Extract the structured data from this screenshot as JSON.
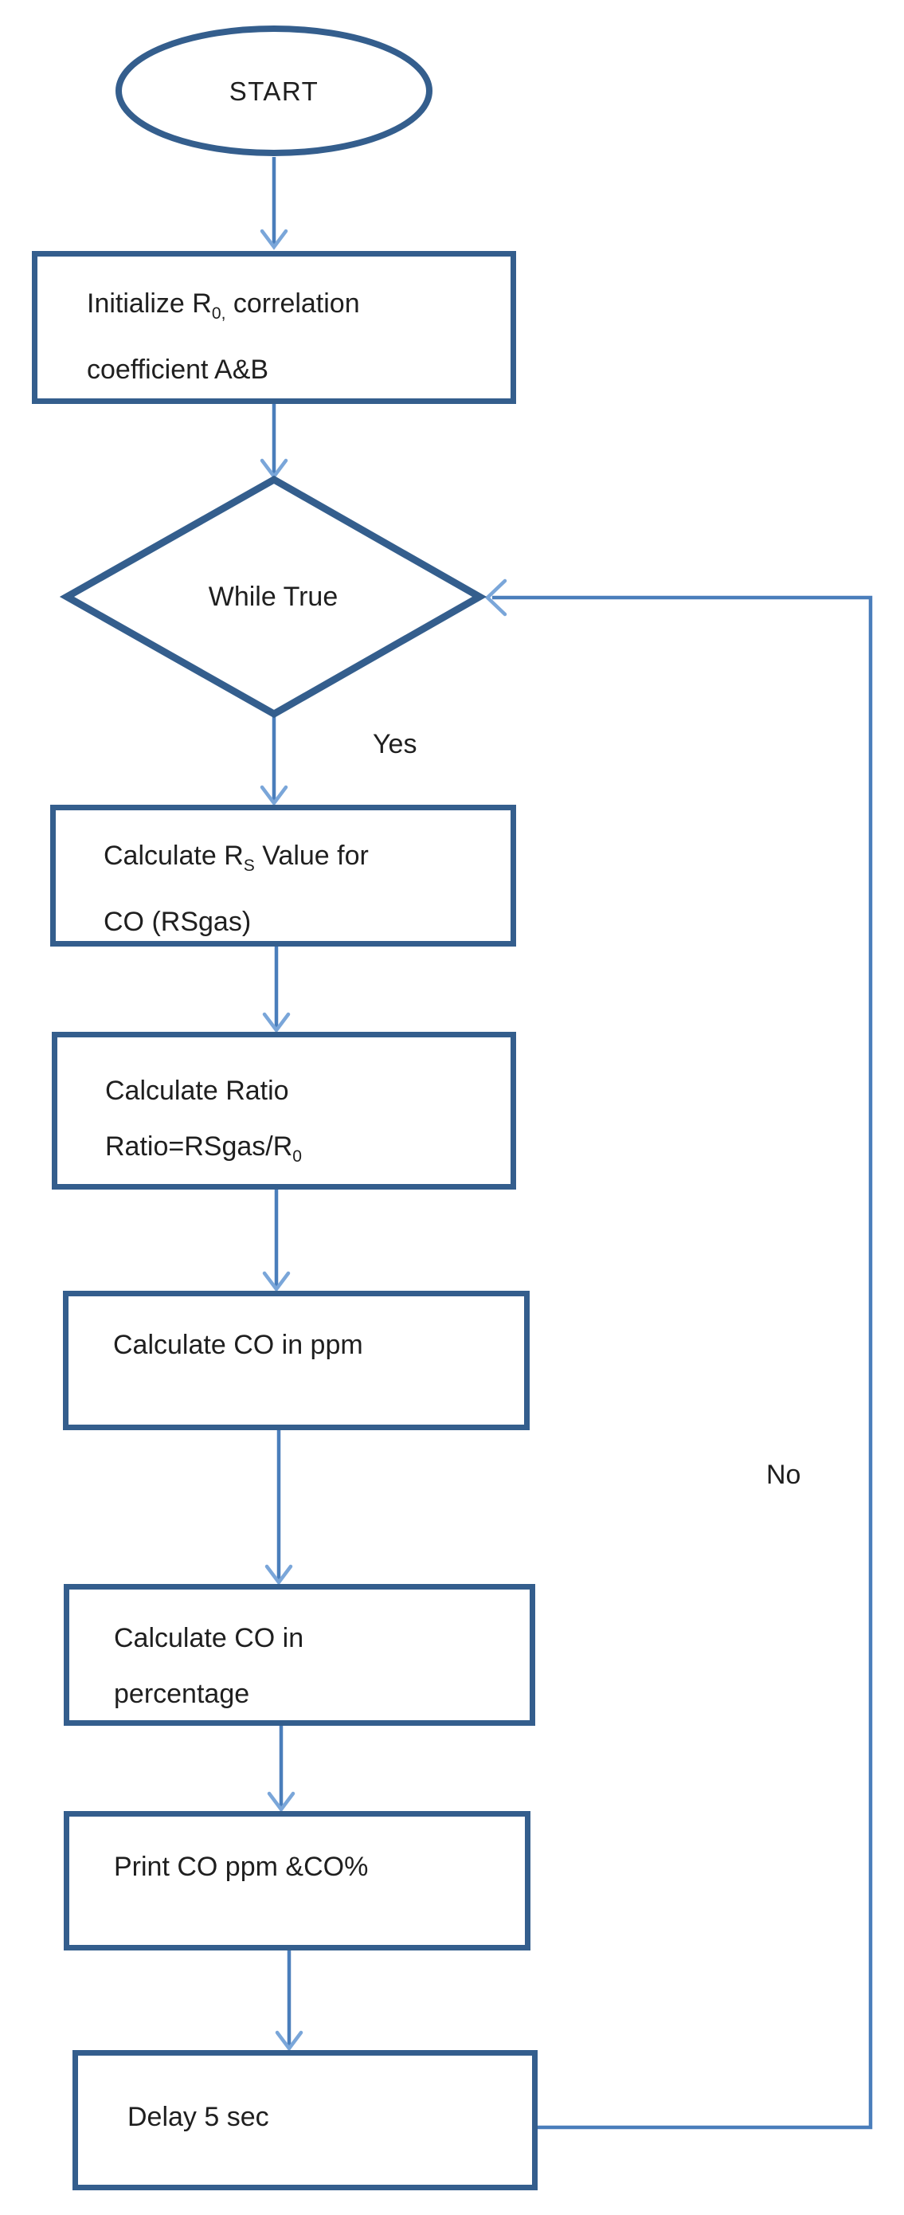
{
  "colors": {
    "shape_border": "#345E8D",
    "connector": "#4A7EBB",
    "arrowhead": "#7AA6D9",
    "text": "#1F1F1F",
    "background": "#FFFFFF"
  },
  "flowchart": {
    "start": {
      "label": "START"
    },
    "nodes": {
      "initialize": {
        "line1_pre": "Initialize R",
        "line1_sub": "0,",
        "line1_post": " correlation",
        "line2": "coefficient A&B"
      },
      "while_true": {
        "label": "While True"
      },
      "calc_rs": {
        "line1_pre": "Calculate R",
        "line1_sub": "S",
        "line1_post": " Value for",
        "line2": "CO (RSgas)"
      },
      "calc_ratio": {
        "line1": "Calculate Ratio",
        "line2_pre": "Ratio=RSgas/R",
        "line2_sub": "0"
      },
      "calc_ppm": {
        "line1": "Calculate CO in ppm"
      },
      "calc_pct": {
        "line1": "Calculate CO in",
        "line2": "percentage"
      },
      "print_co": {
        "line1": "Print CO ppm &CO%"
      },
      "delay": {
        "line1": "Delay 5 sec"
      }
    },
    "edge_labels": {
      "yes": "Yes",
      "no": "No"
    }
  }
}
